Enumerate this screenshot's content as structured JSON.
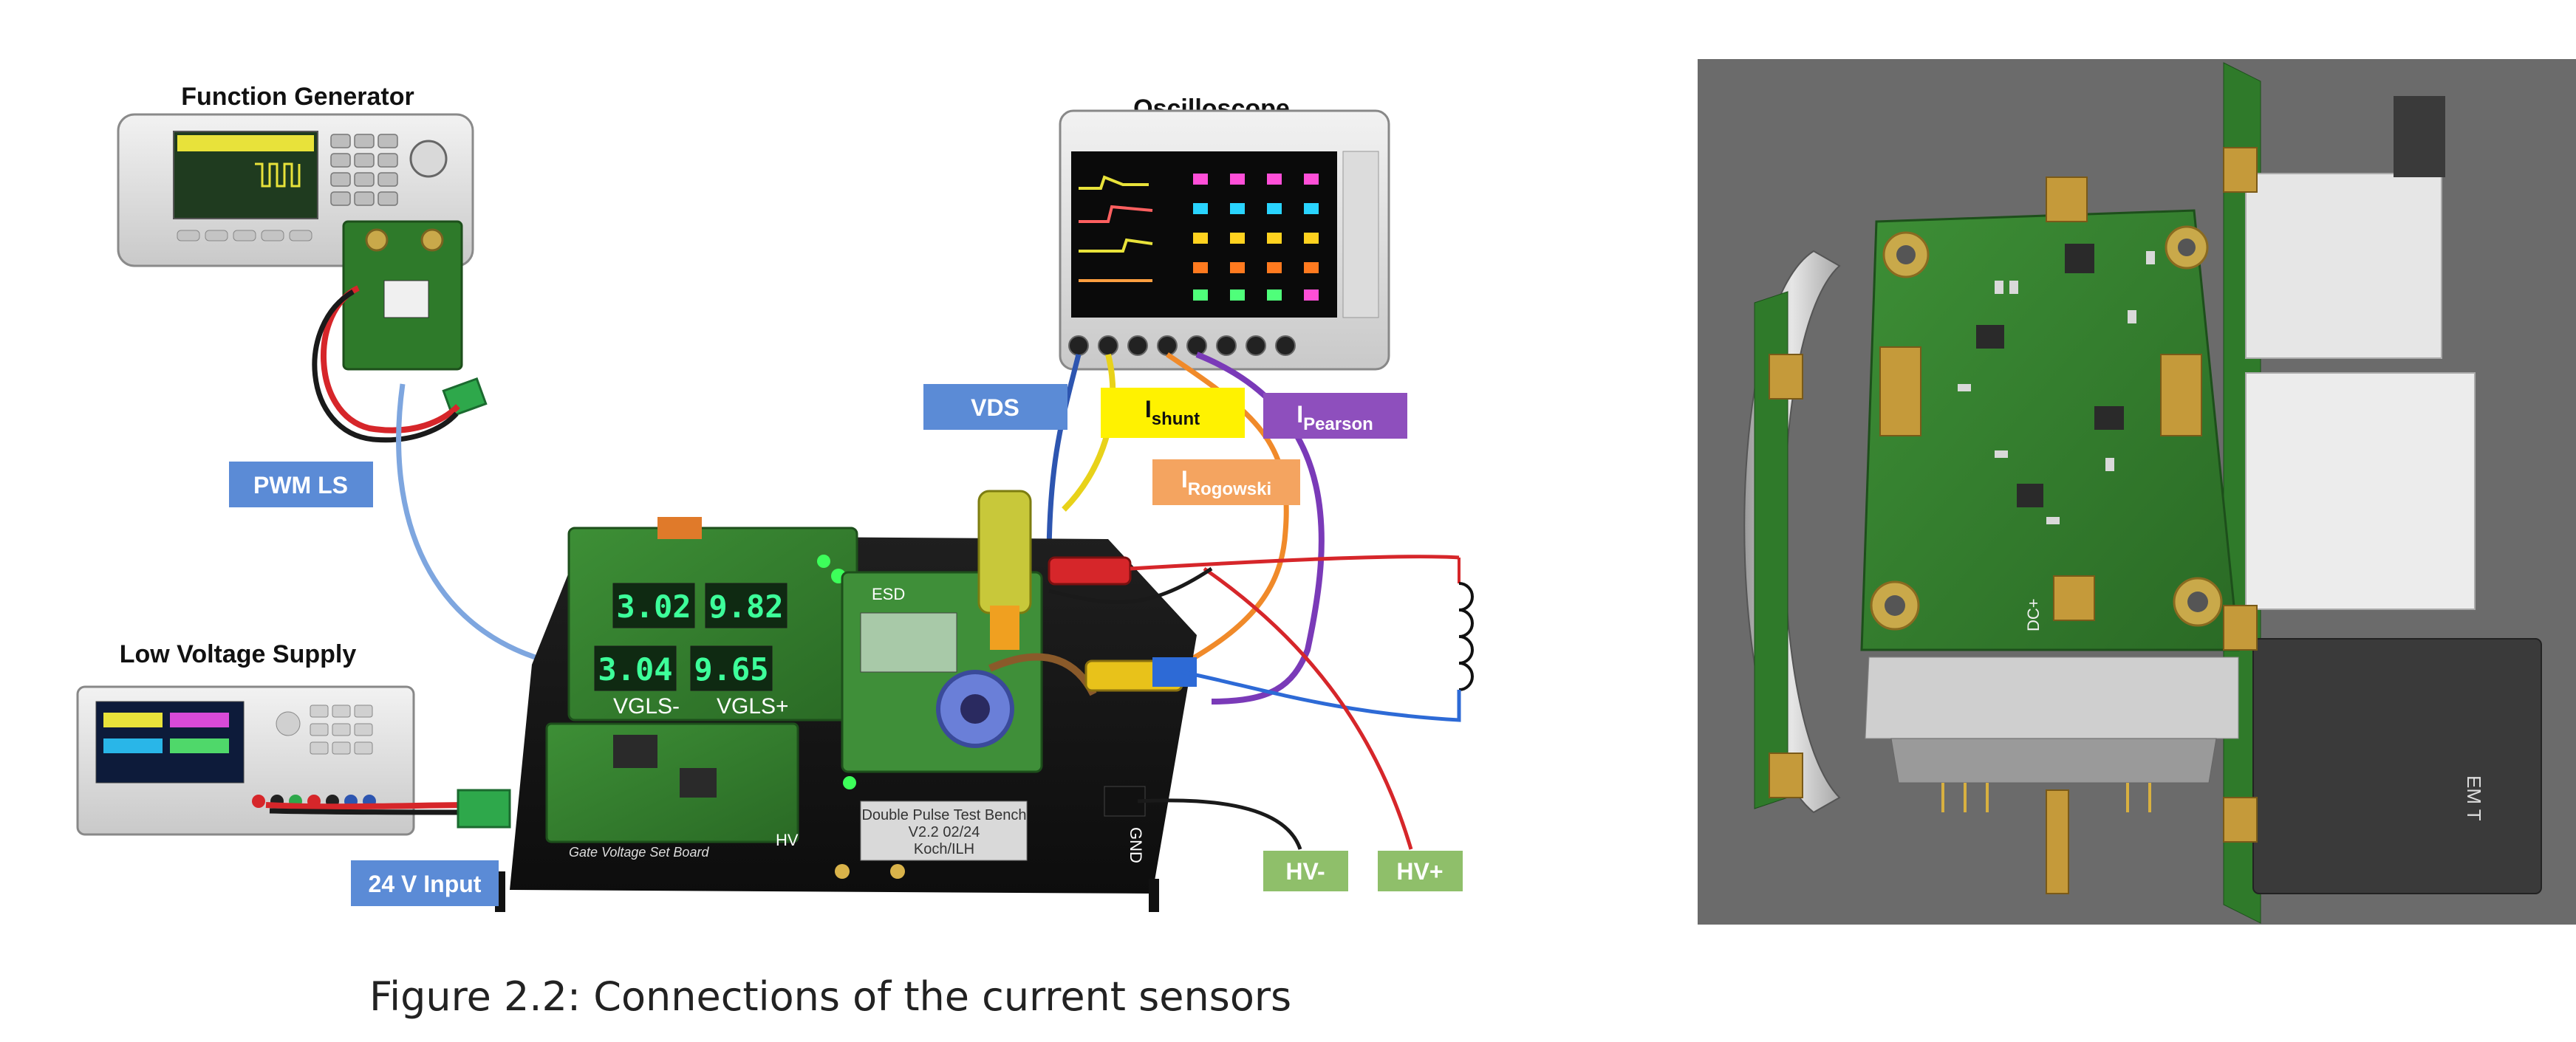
{
  "diagram": {
    "equipment_labels": {
      "function_generator": "Function Generator",
      "oscilloscope": "Oscilloscope",
      "low_voltage_supply": "Low Voltage Supply"
    },
    "tags": {
      "pwm_ls": "PWM LS",
      "vds": "VDS",
      "i_shunt": {
        "main": "I",
        "sub": "shunt"
      },
      "i_pearson": {
        "main": "I",
        "sub": "Pearson"
      },
      "i_rogowski": {
        "main": "I",
        "sub": "Rogowski"
      },
      "input_24v": "24 V Input",
      "hv_minus": "HV-",
      "hv_plus": "HV+"
    },
    "board_text": {
      "display_1": "3.02",
      "display_2": "9.82",
      "display_3": "3.04",
      "display_4": "9.65",
      "vgls_minus": "VGLS-",
      "vgls_plus": "VGLS+",
      "title_line1": "Double Pulse Test Bench",
      "title_line2": "V2.2 02/24",
      "title_line3": "Koch/ILH",
      "gnd": "GND",
      "hv": "HV",
      "gate_board": "Gate Voltage Set Board",
      "esd": "ESD"
    },
    "pcb_text": {
      "dc_plus": "DC+",
      "em_t": "EM T"
    },
    "colors": {
      "tag_blue": "#5b8bd6",
      "tag_yellow": "#fff200",
      "tag_purple": "#8e4fbd",
      "tag_orange": "#f4a460",
      "tag_green": "#8fbf6a",
      "pcb_green": "#2f7a2a",
      "render_bg": "#6b6b6b"
    }
  },
  "caption": {
    "prefix": "Figure 2.2:",
    "text": "Connections of the current sensors"
  }
}
